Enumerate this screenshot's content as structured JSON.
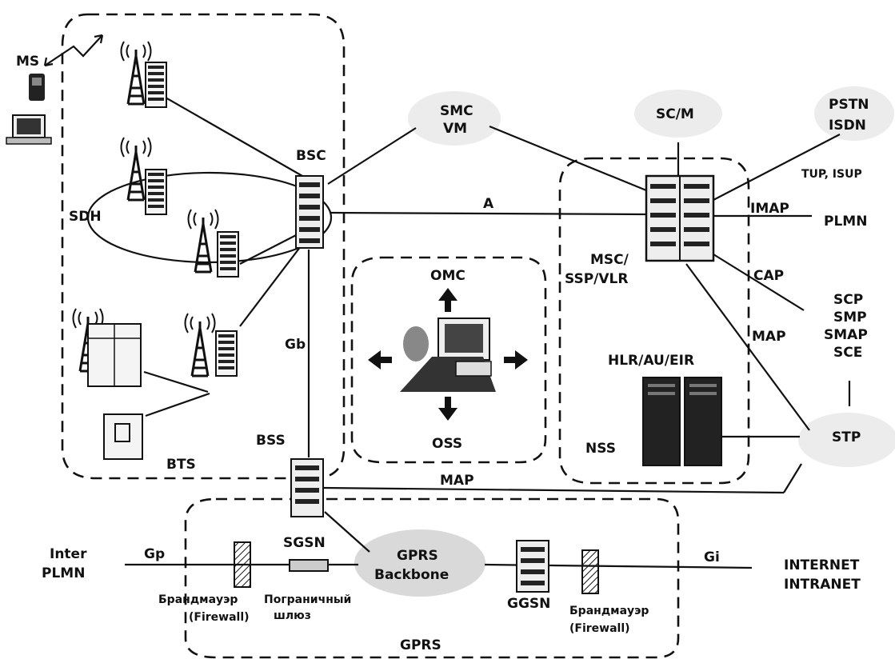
{
  "labels": {
    "ms": "MS",
    "sdh": "SDH",
    "bsc": "BSC",
    "bss": "BSS",
    "bts": "BTS",
    "gb": "Gb",
    "smc": "SMC",
    "vm": "VM",
    "a": "A",
    "omc": "OMC",
    "oss": "OSS",
    "scm": "SC/M",
    "msc1": "MSC/",
    "msc2": "SSP/VLR",
    "hlr": "HLR/AU/EIR",
    "nss": "NSS",
    "pstn": "PSTN",
    "isdn": "ISDN",
    "tup": "TUP, ISUP",
    "imap": "IMAP",
    "plmn": "PLMN",
    "cap": "CAP",
    "map_right": "MAP",
    "scp": "SCP",
    "smp": "SMP",
    "smap": "SMAP",
    "sce": "SCE",
    "stp": "STP",
    "map_bottom": "MAP",
    "sgsn": "SGSN",
    "inter": "Inter",
    "inter_plmn": "PLMN",
    "gp": "Gp",
    "fw1a": "Брандмауэр",
    "fw1b": "(Firewall)",
    "border1": "Пограничный",
    "border2": "шлюз",
    "gprs_bb1": "GPRS",
    "gprs_bb2": "Backbone",
    "ggsn": "GGSN",
    "fw2a": "Брандмауэр",
    "fw2b": "(Firewall)",
    "gi": "Gi",
    "internet": "INTERNET",
    "intranet": "INTRANET",
    "gprs": "GPRS"
  }
}
